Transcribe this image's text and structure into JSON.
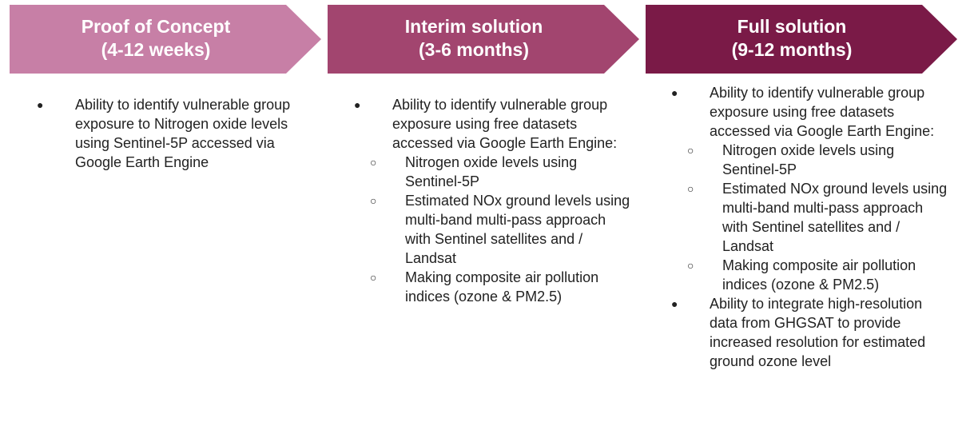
{
  "stages": [
    {
      "title_line1": "Proof of Concept",
      "title_line2": "(4-12 weeks)",
      "color": "#c77fa6",
      "bullets": [
        {
          "text": "Ability to identify vulnerable group exposure to Nitrogen oxide levels using Sentinel-5P accessed via Google Earth Engine",
          "sub": []
        }
      ]
    },
    {
      "title_line1": "Interim solution",
      "title_line2": "(3-6 months)",
      "color": "#a2456f",
      "bullets": [
        {
          "text": "Ability to identify vulnerable group exposure using free datasets accessed via Google Earth Engine:",
          "sub": [
            "Nitrogen oxide levels using Sentinel-5P",
            "Estimated NOx ground levels using multi-band multi-pass approach with Sentinel satellites and / Landsat",
            "Making composite air pollution indices (ozone & PM2.5)"
          ]
        }
      ]
    },
    {
      "title_line1": "Full solution",
      "title_line2": "(9-12 months)",
      "color": "#7a1a47",
      "bullets": [
        {
          "text": "Ability to identify vulnerable group exposure using free datasets accessed via Google Earth Engine:",
          "sub": [
            "Nitrogen oxide levels using Sentinel-5P",
            "Estimated NOx ground levels using multi-band multi-pass approach with Sentinel satellites and / Landsat",
            "Making composite air pollution indices (ozone & PM2.5)"
          ]
        },
        {
          "text": "Ability to integrate high-resolution data from GHGSAT to provide increased resolution for estimated ground ozone level",
          "sub": []
        }
      ]
    }
  ],
  "icons": {
    "bullet": "●",
    "sub_bullet": "○"
  }
}
